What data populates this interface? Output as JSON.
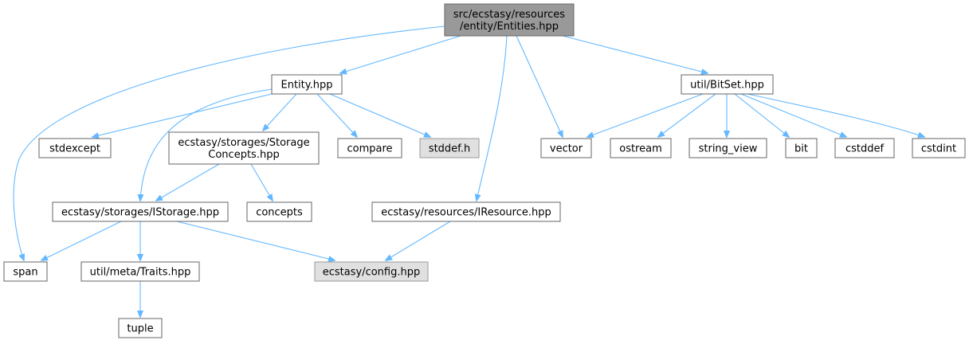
{
  "graph": {
    "colors": {
      "edge": "#63b8ff",
      "node_fill": "#ffffff",
      "node_stroke": "#666666",
      "root_fill": "#999999",
      "root_stroke": "#666666",
      "external_fill": "#e0e0e0",
      "external_stroke": "#999999"
    },
    "nodes": [
      {
        "id": "entities",
        "lines": [
          "src/ecstasy/resources",
          "/entity/Entities.hpp"
        ],
        "style": "root"
      },
      {
        "id": "entity",
        "lines": [
          "Entity.hpp"
        ],
        "style": "normal"
      },
      {
        "id": "bitset",
        "lines": [
          "util/BitSet.hpp"
        ],
        "style": "normal"
      },
      {
        "id": "stdexcept",
        "lines": [
          "stdexcept"
        ],
        "style": "normal"
      },
      {
        "id": "storageconcepts",
        "lines": [
          "ecstasy/storages/Storage",
          "Concepts.hpp"
        ],
        "style": "normal"
      },
      {
        "id": "compare",
        "lines": [
          "compare"
        ],
        "style": "normal"
      },
      {
        "id": "stddef",
        "lines": [
          "stddef.h"
        ],
        "style": "external"
      },
      {
        "id": "vector",
        "lines": [
          "vector"
        ],
        "style": "normal"
      },
      {
        "id": "ostream",
        "lines": [
          "ostream"
        ],
        "style": "normal"
      },
      {
        "id": "string_view",
        "lines": [
          "string_view"
        ],
        "style": "normal"
      },
      {
        "id": "bit",
        "lines": [
          "bit"
        ],
        "style": "normal"
      },
      {
        "id": "cstddef",
        "lines": [
          "cstddef"
        ],
        "style": "normal"
      },
      {
        "id": "cstdint",
        "lines": [
          "cstdint"
        ],
        "style": "normal"
      },
      {
        "id": "istorage",
        "lines": [
          "ecstasy/storages/IStorage.hpp"
        ],
        "style": "normal"
      },
      {
        "id": "concepts",
        "lines": [
          "concepts"
        ],
        "style": "normal"
      },
      {
        "id": "iresource",
        "lines": [
          "ecstasy/resources/IResource.hpp"
        ],
        "style": "normal"
      },
      {
        "id": "span",
        "lines": [
          "span"
        ],
        "style": "normal"
      },
      {
        "id": "traits",
        "lines": [
          "util/meta/Traits.hpp"
        ],
        "style": "normal"
      },
      {
        "id": "config",
        "lines": [
          "ecstasy/config.hpp"
        ],
        "style": "external"
      },
      {
        "id": "tuple",
        "lines": [
          "tuple"
        ],
        "style": "normal"
      }
    ],
    "edges": [
      {
        "from": "entities",
        "to": "span"
      },
      {
        "from": "entities",
        "to": "entity"
      },
      {
        "from": "entities",
        "to": "iresource"
      },
      {
        "from": "entities",
        "to": "vector"
      },
      {
        "from": "entities",
        "to": "bitset"
      },
      {
        "from": "entity",
        "to": "stdexcept"
      },
      {
        "from": "entity",
        "to": "istorage"
      },
      {
        "from": "entity",
        "to": "storageconcepts"
      },
      {
        "from": "entity",
        "to": "compare"
      },
      {
        "from": "entity",
        "to": "stddef"
      },
      {
        "from": "bitset",
        "to": "vector"
      },
      {
        "from": "bitset",
        "to": "ostream"
      },
      {
        "from": "bitset",
        "to": "string_view"
      },
      {
        "from": "bitset",
        "to": "bit"
      },
      {
        "from": "bitset",
        "to": "cstddef"
      },
      {
        "from": "bitset",
        "to": "cstdint"
      },
      {
        "from": "storageconcepts",
        "to": "istorage"
      },
      {
        "from": "storageconcepts",
        "to": "concepts"
      },
      {
        "from": "istorage",
        "to": "span"
      },
      {
        "from": "istorage",
        "to": "traits"
      },
      {
        "from": "istorage",
        "to": "config"
      },
      {
        "from": "iresource",
        "to": "config"
      },
      {
        "from": "traits",
        "to": "tuple"
      }
    ]
  }
}
